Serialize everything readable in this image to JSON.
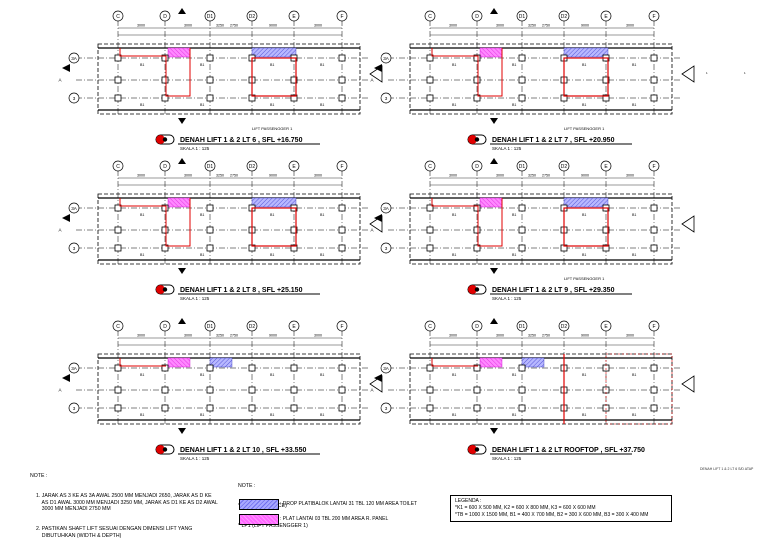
{
  "grid_labels": [
    "C",
    "D",
    "D1",
    "D2",
    "E",
    "F"
  ],
  "row_labels": [
    "3A",
    "A",
    "3"
  ],
  "dims": [
    "3000",
    "3000",
    "3250",
    "2750",
    "9000",
    "3000",
    "3000"
  ],
  "beam_labels": [
    "B1",
    "B1",
    "B1",
    "B1"
  ],
  "plans": [
    {
      "title": "DENAH LIFT 1 & 2 LT 6 , SFL +16.750",
      "scale": "SKALA 1 : 125",
      "caption": "LIFT PASSENGGER 1"
    },
    {
      "title": "DENAH LIFT 1 & 2 LT 7 , SFL +20.950",
      "scale": "SKALA 1 : 125",
      "caption": "LIFT PASSENGGER 1"
    },
    {
      "title": "DENAH LIFT 1 & 2 LT 8 , SFL +25.150",
      "scale": "SKALA 1 : 125",
      "caption": ""
    },
    {
      "title": "DENAH LIFT 1 & 2 LT 9 , SFL +29.350",
      "scale": "SKALA 1 : 125",
      "caption": "LIFT PASSENGGER 1"
    },
    {
      "title": "DENAH LIFT 1 & 2 LT 10 , SFL +33.550",
      "scale": "SKALA 1 : 125",
      "caption": ""
    },
    {
      "title": "DENAH LIFT 1 & 2 LT ROOFTOP , SFL +37.750",
      "scale": "SKALA 1 : 125",
      "caption": ""
    }
  ],
  "note": {
    "heading": "NOTE :",
    "item1": "1. JARAK AS 3 KE AS 3A AWAL 2500 MM MENJADI 2650, JARAK AS D KE\n    AS D1 AWAL 3000 MM MENJADI 3250 MM, JARAK AS D1 KE AS D2 AWAL\n    3000 MM MENJADI 2750 MM",
    "item2": "2. PASTIKAN SHAFT LIFT SESUAI DENGAN DIMENSI LIFT YANG\n    DIBUTUHKAN (WIDTH & DEPTH)"
  },
  "note2": {
    "heading": "NOTE :",
    "l1": "* L5 (LIFT SERVICE)",
    "l2": "* LP1 (LIFT PASSENGGER 1)"
  },
  "swatches": {
    "blue_label": ": DROP PLATIBALOK LANTAI 31 TBL 120 MM AREA TOILET",
    "pink_label": ": PLAT LANTAI 03 TBL 200 MM AREA R. PANEL"
  },
  "legend": {
    "heading": "LEGENDA :",
    "line1": "*K1 = 600 X 500 MM, K2 = 600 X 800 MM, K3 = 600 X 600 MM",
    "line2": "*TB = 1000 X 1500 MM, B1 = 400 X 700 MM, B2 = 300 X 600 MM, B3 = 300 X 400 MM"
  },
  "side_text": "DENAH LIFT 1 & 2 LT 6 S/D ATAP",
  "colors": {
    "red": "#e00000",
    "blue": "#3030c0",
    "pink": "#ff55ff",
    "line": "#000000"
  }
}
